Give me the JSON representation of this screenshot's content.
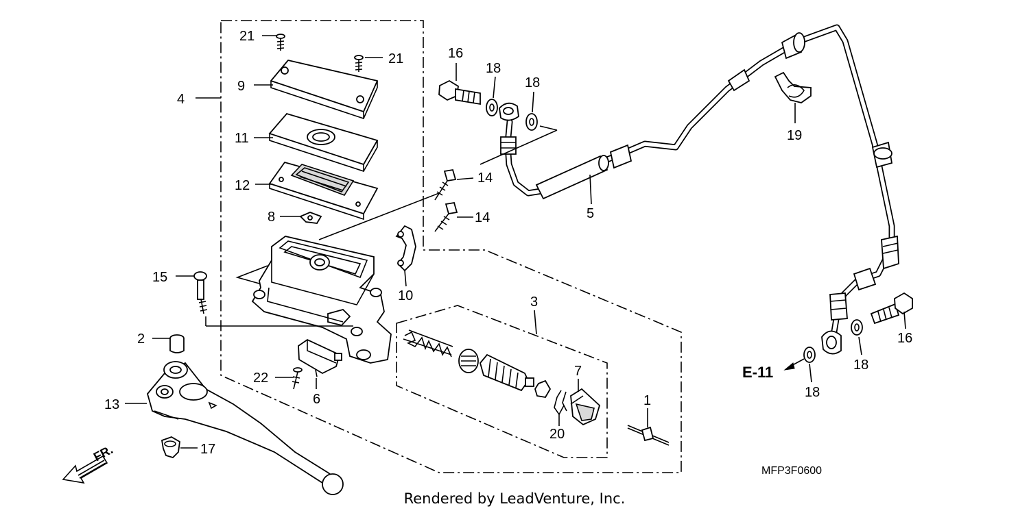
{
  "diagram": {
    "part_callouts": [
      "1",
      "2",
      "3",
      "4",
      "5",
      "6",
      "7",
      "8",
      "9",
      "10",
      "11",
      "12",
      "13",
      "14",
      "14",
      "15",
      "16",
      "16",
      "17",
      "18",
      "18",
      "18",
      "18",
      "19",
      "20",
      "21",
      "21",
      "22"
    ],
    "section_reference": "E-11",
    "direction_label": "FR.",
    "diagram_code": "MFP3F0600",
    "footer": "Rendered by LeadVenture, Inc."
  }
}
